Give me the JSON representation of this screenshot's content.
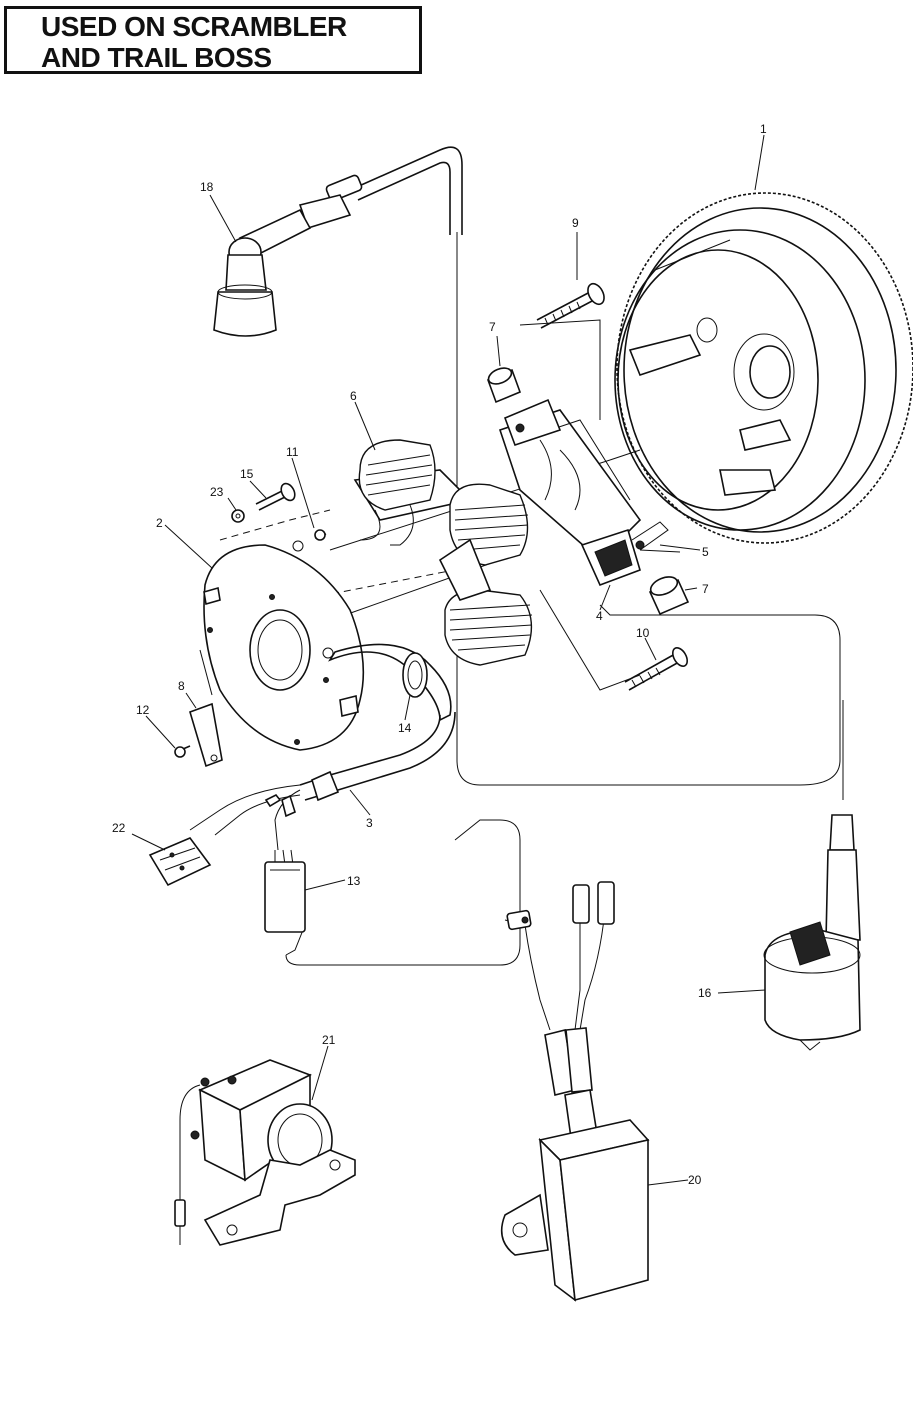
{
  "title": {
    "line1": "USED ON SCRAMBLER",
    "line2": "AND TRAIL BOSS"
  },
  "callouts": {
    "c1": "1",
    "c2": "2",
    "c3": "3",
    "c4": "4",
    "c5": "5",
    "c6": "6",
    "c7a": "7",
    "c7b": "7",
    "c8": "8",
    "c9": "9",
    "c10": "10",
    "c11": "11",
    "c12": "12",
    "c13": "13",
    "c14": "14",
    "c15": "15",
    "c16": "16",
    "c18": "18",
    "c20": "20",
    "c21": "21",
    "c22": "22",
    "c23": "23"
  }
}
